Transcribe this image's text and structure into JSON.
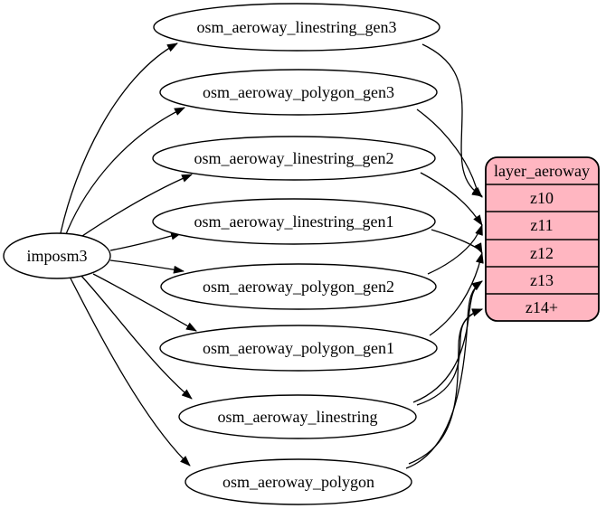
{
  "diagram": {
    "kind": "etl-graph",
    "source": {
      "label": "imposm3"
    },
    "tables": [
      {
        "label": "osm_aeroway_linestring_gen3"
      },
      {
        "label": "osm_aeroway_polygon_gen3"
      },
      {
        "label": "osm_aeroway_linestring_gen2"
      },
      {
        "label": "osm_aeroway_linestring_gen1"
      },
      {
        "label": "osm_aeroway_polygon_gen2"
      },
      {
        "label": "osm_aeroway_polygon_gen1"
      },
      {
        "label": "osm_aeroway_linestring"
      },
      {
        "label": "osm_aeroway_polygon"
      }
    ],
    "layer": {
      "title": "layer_aeroway",
      "zoom_levels": [
        {
          "label": "z10"
        },
        {
          "label": "z11"
        },
        {
          "label": "z12"
        },
        {
          "label": "z13"
        },
        {
          "label": "z14+"
        }
      ]
    },
    "edges": [
      {
        "from": "imposm3",
        "to": "osm_aeroway_linestring_gen3"
      },
      {
        "from": "imposm3",
        "to": "osm_aeroway_polygon_gen3"
      },
      {
        "from": "imposm3",
        "to": "osm_aeroway_linestring_gen2"
      },
      {
        "from": "imposm3",
        "to": "osm_aeroway_linestring_gen1"
      },
      {
        "from": "imposm3",
        "to": "osm_aeroway_polygon_gen2"
      },
      {
        "from": "imposm3",
        "to": "osm_aeroway_polygon_gen1"
      },
      {
        "from": "imposm3",
        "to": "osm_aeroway_linestring"
      },
      {
        "from": "imposm3",
        "to": "osm_aeroway_polygon"
      },
      {
        "from": "osm_aeroway_linestring_gen3",
        "to": "z10"
      },
      {
        "from": "osm_aeroway_polygon_gen3",
        "to": "z10"
      },
      {
        "from": "osm_aeroway_linestring_gen2",
        "to": "z11"
      },
      {
        "from": "osm_aeroway_polygon_gen2",
        "to": "z11"
      },
      {
        "from": "osm_aeroway_linestring_gen1",
        "to": "z12"
      },
      {
        "from": "osm_aeroway_polygon_gen1",
        "to": "z12"
      },
      {
        "from": "osm_aeroway_linestring",
        "to": "z13"
      },
      {
        "from": "osm_aeroway_linestring",
        "to": "z14+"
      },
      {
        "from": "osm_aeroway_polygon",
        "to": "z13"
      },
      {
        "from": "osm_aeroway_polygon",
        "to": "z14+"
      }
    ],
    "colors": {
      "layer_fill": "#FFB6C1",
      "table_fill": "#FFFFFF",
      "stroke": "#000000",
      "background": "#FFFFFF"
    }
  }
}
